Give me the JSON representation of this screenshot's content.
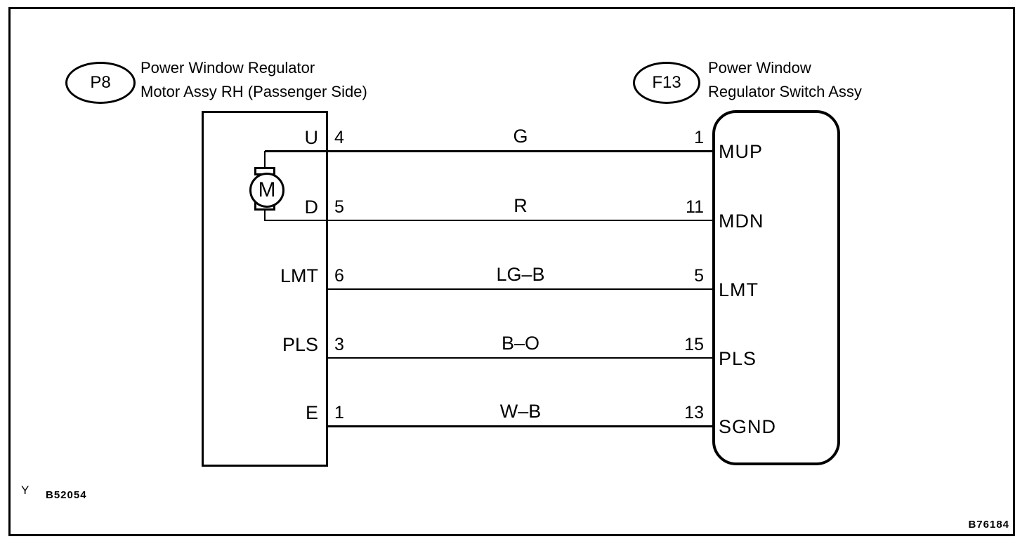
{
  "diagram": {
    "left_connector": {
      "code": "P8",
      "title_line1": "Power Window Regulator",
      "title_line2": "Motor Assy RH (Passenger Side)"
    },
    "right_connector": {
      "code": "F13",
      "title_line1": "Power Window",
      "title_line2": "Regulator Switch Assy"
    },
    "motor_symbol": "M",
    "rows": [
      {
        "left_pin": "U",
        "left_num": "4",
        "wire_color": "G",
        "right_num": "1",
        "right_pin": "MUP"
      },
      {
        "left_pin": "D",
        "left_num": "5",
        "wire_color": "R",
        "right_num": "11",
        "right_pin": "MDN"
      },
      {
        "left_pin": "LMT",
        "left_num": "6",
        "wire_color": "LG–B",
        "right_num": "5",
        "right_pin": "LMT"
      },
      {
        "left_pin": "PLS",
        "left_num": "3",
        "wire_color": "B–O",
        "right_num": "15",
        "right_pin": "PLS"
      },
      {
        "left_pin": "E",
        "left_num": "1",
        "wire_color": "W–B",
        "right_num": "13",
        "right_pin": "SGND"
      }
    ],
    "footer": {
      "left_mark": "Y",
      "left_code": "B52054",
      "right_code": "B76184"
    },
    "colors": {
      "line": "#000000",
      "background": "#ffffff"
    }
  }
}
